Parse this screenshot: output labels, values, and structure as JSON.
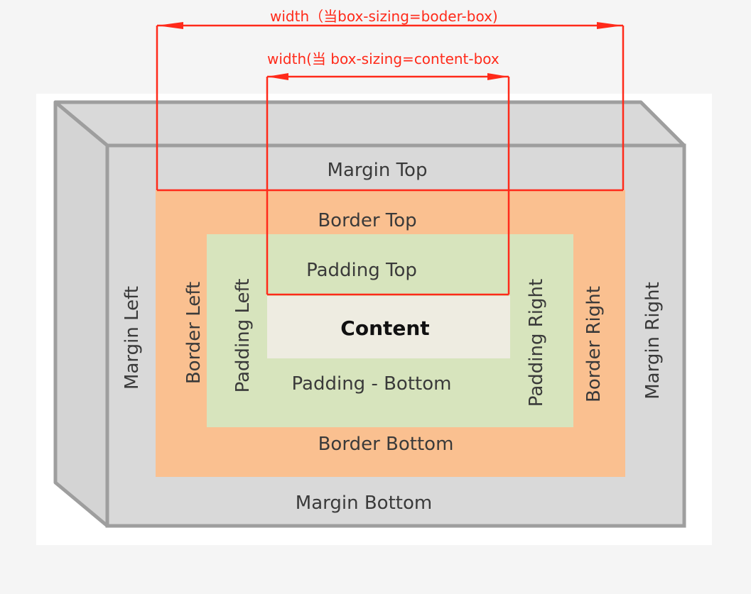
{
  "labels": {
    "margin_top": "Margin Top",
    "margin_bottom": "Margin Bottom",
    "margin_left": "Margin Left",
    "margin_right": "Margin Right",
    "border_top": "Border Top",
    "border_bottom": "Border Bottom",
    "border_left": "Border Left",
    "border_right": "Border Right",
    "padding_top": "Padding Top",
    "padding_bottom": "Padding - Bottom",
    "padding_left": "Padding Left",
    "padding_right": "Padding Right",
    "content": "Content"
  },
  "annotations": {
    "border_box_width": "width（当box-sizing=boder-box)",
    "content_box_width": "width(当 box-sizing=content-box"
  },
  "colors": {
    "page_bg": "#f5f5f5",
    "panel_bg": "#ffffff",
    "margin_face": "#d9d9d9",
    "margin_side": "#d4d4d4",
    "box_edge": "#9e9e9e",
    "border_fill": "#fac090",
    "padding_fill": "#d7e4bd",
    "content_fill": "#eeece1",
    "annotation": "#ff2a1a"
  }
}
